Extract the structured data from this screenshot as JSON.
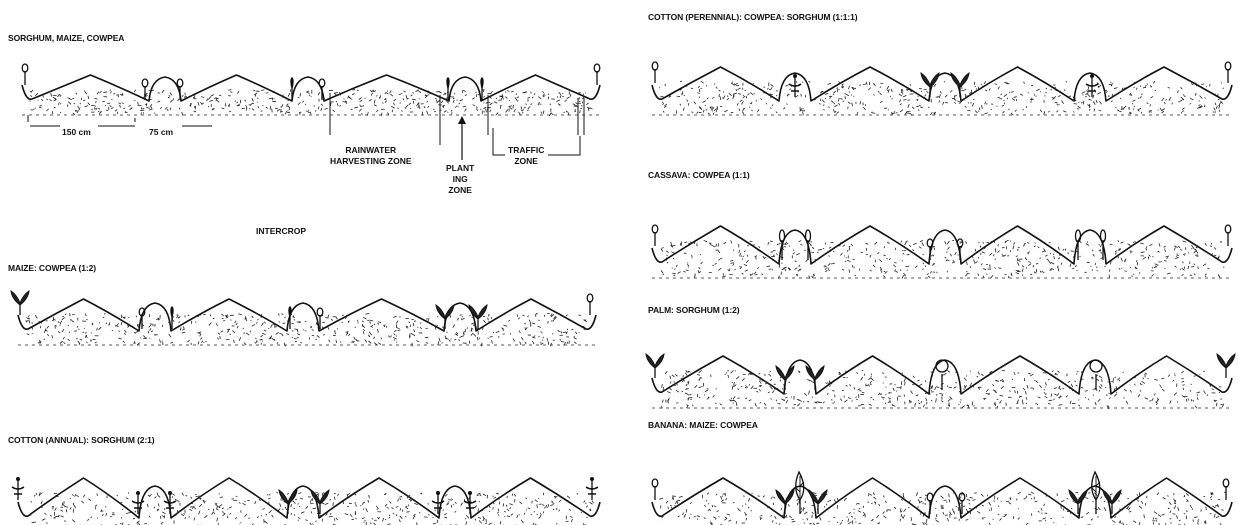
{
  "panels": {
    "p1_title": "SORGHUM, MAIZE, COWPEA",
    "p2_title": "MAIZE: COWPEA (1:2)",
    "p3_title": "COTTON (ANNUAL): SORGHUM (2:1)",
    "p4_title": "COTTON (PERENNIAL): COWPEA: SORGHUM (1:1:1)",
    "p5_title": "CASSAVA: COWPEA (1:1)",
    "p6_title": "PALM: SORGHUM (1:2)",
    "p7_title": "BANANA: MAIZE: COWPEA"
  },
  "annotations": {
    "width_150": "150 cm",
    "width_75": "75 cm",
    "rainwater": "RAINWATER\nHARVESTING ZONE",
    "planting": "PLANT\nING\nZONE",
    "traffic": "TRAFFIC\nZONE",
    "intercrop": "INTERCROP"
  }
}
